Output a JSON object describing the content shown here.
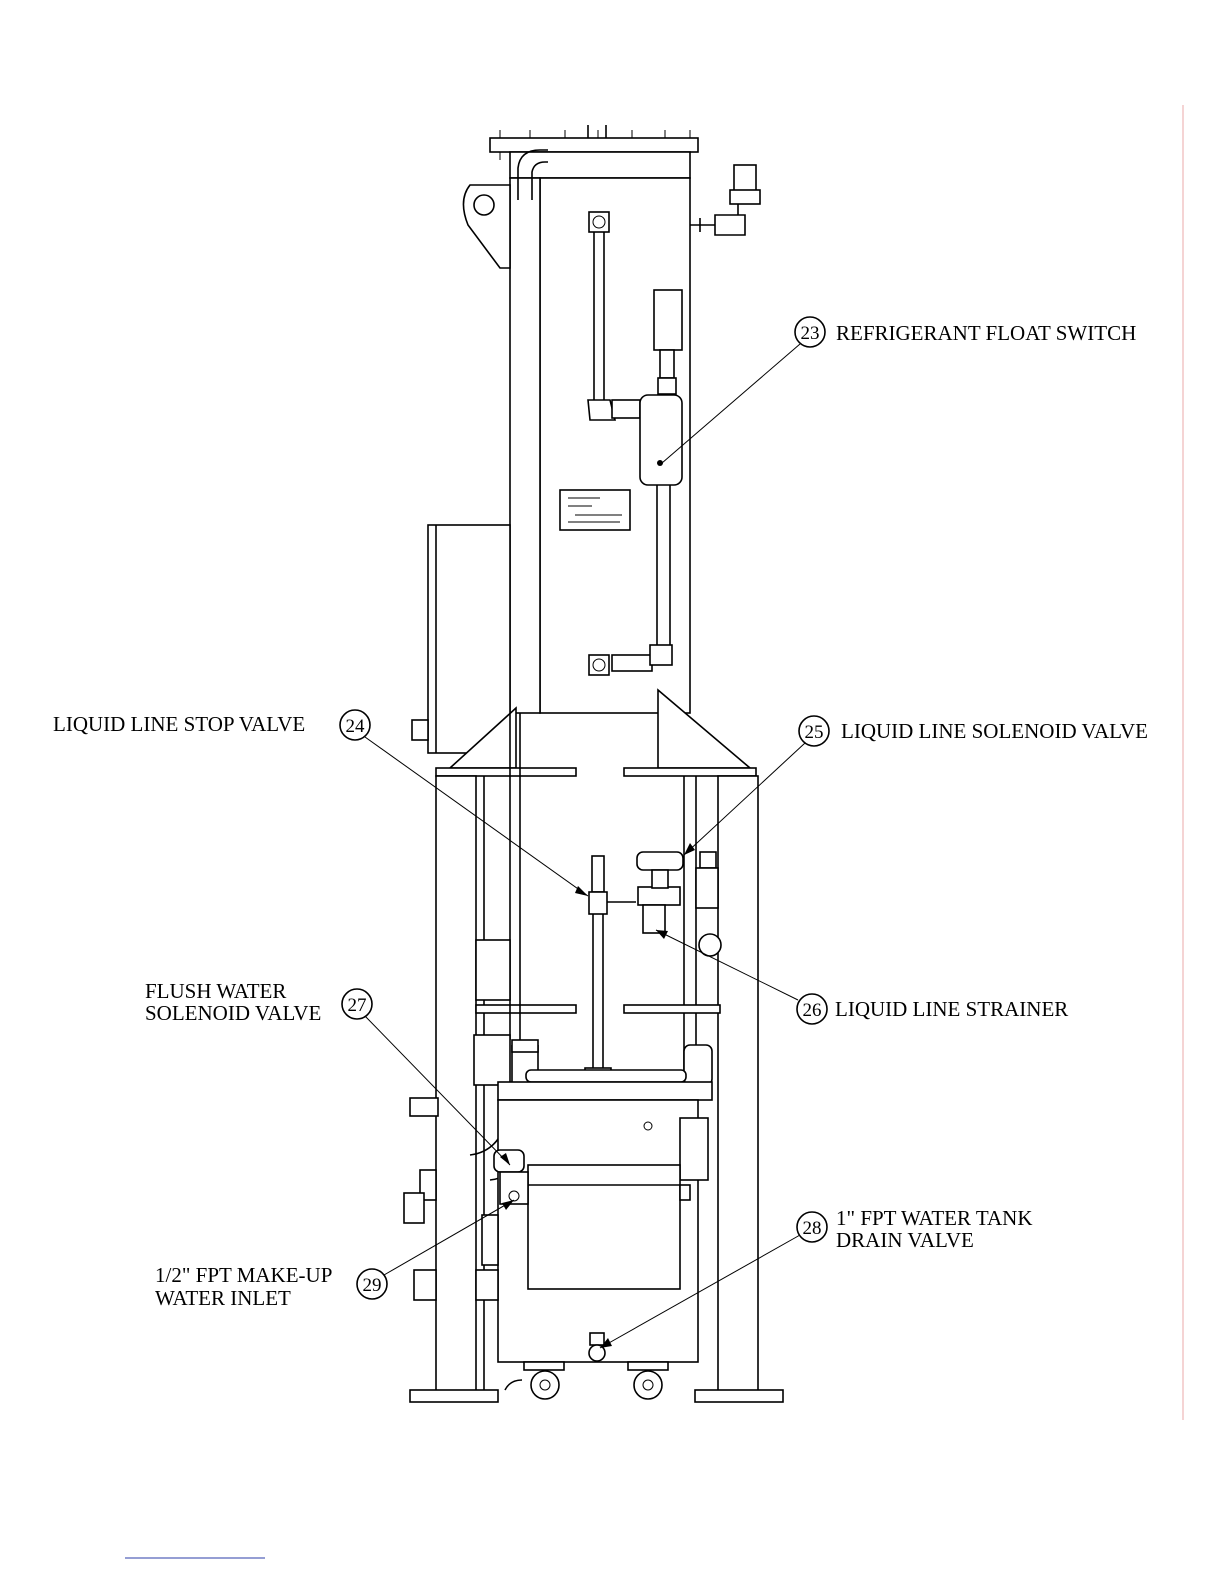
{
  "callouts": {
    "c23": {
      "number": "23",
      "label": "REFRIGERANT FLOAT SWITCH"
    },
    "c24": {
      "number": "24",
      "label": "LIQUID LINE STOP VALVE"
    },
    "c25": {
      "number": "25",
      "label": "LIQUID LINE SOLENOID VALVE"
    },
    "c26": {
      "number": "26",
      "label": "LIQUID LINE STRAINER"
    },
    "c27": {
      "number": "27",
      "label_line1": "FLUSH WATER",
      "label_line2": "SOLENOID VALVE"
    },
    "c28": {
      "number": "28",
      "label_line1": "1\" FPT WATER TANK",
      "label_line2": "DRAIN VALVE"
    },
    "c29": {
      "number": "29",
      "label_line1": "1/2\" FPT MAKE-UP",
      "label_line2": "WATER INLET"
    }
  },
  "colors": {
    "line": "#000000",
    "background": "#ffffff",
    "footer_rule": "#2b3ea8",
    "edge_mark": "#f2c6c6"
  }
}
